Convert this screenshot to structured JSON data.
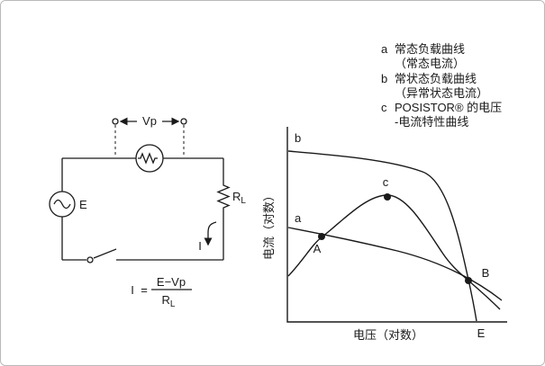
{
  "legend": {
    "items": [
      {
        "key": "a",
        "line1": "常态负载曲线",
        "line2": "（常态电流）"
      },
      {
        "key": "b",
        "line1": "常状态负载曲线",
        "line2": "（异常状态电流）"
      },
      {
        "key": "c",
        "line1": "POSISTOR® 的电压",
        "line2": "-电流特性曲线"
      }
    ]
  },
  "circuit": {
    "vp_label": "Vp",
    "source_label": "E",
    "load_label": {
      "main": "R",
      "sub": "L"
    },
    "current_label": "I",
    "equation": {
      "lhs": "I",
      "eq": "=",
      "numerator": "E−Vp",
      "den_main": "R",
      "den_sub": "L"
    }
  },
  "chart": {
    "type": "line",
    "ylabel": "电流（对数）",
    "xlabel": "电压（对数）",
    "x_end_label": "E",
    "curve_labels": {
      "a": "a",
      "b": "b"
    },
    "point_labels": {
      "A": "A",
      "B": "B",
      "c": "c"
    }
  },
  "colors": {
    "ink": "#1a1a1a",
    "frame_border": "#b9b9b9"
  }
}
